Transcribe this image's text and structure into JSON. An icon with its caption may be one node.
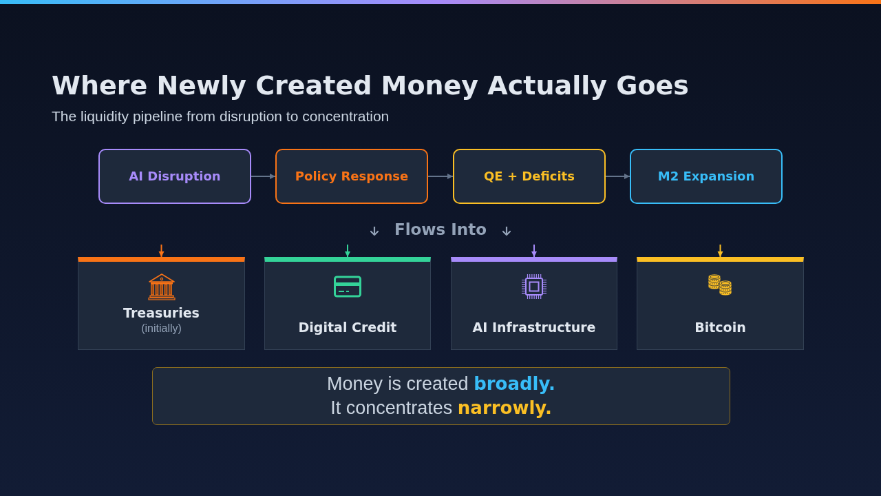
{
  "diagram": {
    "title": "Where Newly Created Money Actually Goes",
    "nodes": [
      {
        "text": [
          "AI Disruption"
        ]
      },
      {
        "text": [
          "Policy Response"
        ]
      },
      {
        "text": [
          "QE + Deficits"
        ]
      },
      {
        "text": [
          "M2 Expansion"
        ]
      },
      {
        "text": [
          "Treasuries",
          "(initially)"
        ]
      },
      {
        "text": [
          "Digital Credit"
        ]
      },
      {
        "text": [
          "AI Infrastructure"
        ]
      },
      {
        "text": [
          "Bitcoin"
        ]
      },
      {
        "text": [
          "Money is created **broadly.**",
          "It concentrates **narrowly.**"
        ]
      }
    ],
    "edges": [
      {
        "from": 0,
        "to": 1,
        "arrow": "to"
      },
      {
        "from": 1,
        "to": 2,
        "arrow": "to"
      },
      {
        "from": 2,
        "to": 3,
        "arrow": "to"
      },
      {
        "from": null,
        "to": 4,
        "arrow": "to",
        "color": "#f97316"
      },
      {
        "from": null,
        "to": 5,
        "arrow": "to",
        "color": "#34d399"
      },
      {
        "from": null,
        "to": 6,
        "arrow": "to",
        "color": "#a78bfa"
      },
      {
        "from": null,
        "to": 7,
        "arrow": "to",
        "color": "#fbbf24"
      }
    ],
    "labels": [
      "The liquidity pipeline from disruption to concentration",
      "Flows Into"
    ]
  }
}
